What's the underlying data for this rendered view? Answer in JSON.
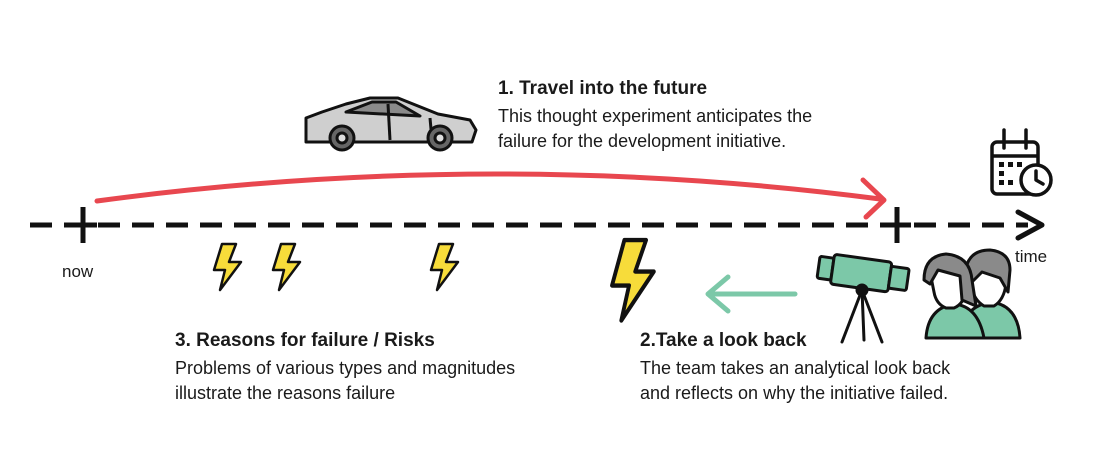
{
  "timeline": {
    "start_label": "now",
    "end_label": "time"
  },
  "step1": {
    "title": "1. Travel into the future",
    "line1": "This thought  experiment anticipates the",
    "line2": "failure  for  the  development initiative."
  },
  "step2": {
    "title": "2.Take a look back",
    "line1": "The team takes an analytical look back",
    "line2": "and reflects on why the initiative failed."
  },
  "step3": {
    "title": "3. Reasons for  failure / Risks",
    "line1": "Problems of  various types and magnitudes",
    "line2": "illustrate the reasons failure"
  },
  "icons": [
    "car-icon",
    "calendar-clock-icon",
    "lightning-icon",
    "telescope-icon",
    "people-icon"
  ],
  "colors": {
    "forward_arrow": "#e8474f",
    "back_arrow": "#7cc8a8",
    "lightning": "#f7dc3a",
    "people": "#7cc8a8",
    "timeline": "#111111"
  }
}
